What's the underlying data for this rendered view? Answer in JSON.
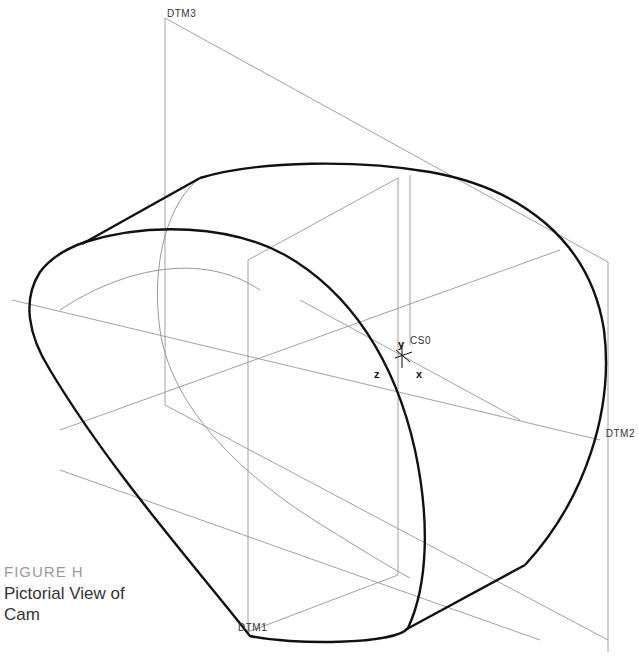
{
  "diagram": {
    "title": "FIGURE H",
    "caption": "Pictorial View of Cam",
    "labels": [
      "DTM3",
      "y",
      "CS0",
      "x",
      "z",
      "DTM2",
      "DTM1"
    ]
  }
}
